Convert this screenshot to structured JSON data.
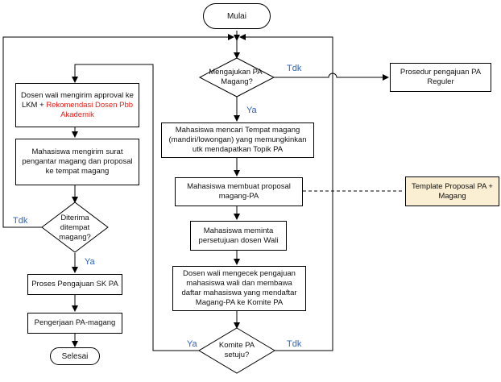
{
  "terminals": {
    "start": "Mulai",
    "end": "Selesai"
  },
  "decisions": {
    "submit_pa_magang": "Mengajukan PA-Magang?",
    "accepted_internship": "Diterima ditempat magang?",
    "committee_agree": "Komite PA setuju?"
  },
  "processes": {
    "advisor_send_approval": "Dosen wali mengirim approval ke LKM + ",
    "advisor_send_approval_highlight": "Rekomendasi Dosen Pbb Akademik",
    "student_send_letter": "Mahasiswa mengirim surat pengantar magang dan proposal ke tempat magang",
    "sk_pa_process": "Proses Pengajuan SK PA",
    "pa_magang_work": "Pengerjaan PA-magang",
    "find_internship": "Mahasiswa mencari Tempat magang (mandiri/lowongan) yang memungkinkan utk mendapatkan Topik PA",
    "make_proposal": "Mahasiswa membuat proposal magang-PA",
    "request_approval": "Mahasiswa meminta persetujuan dosen Wali",
    "advisor_check": "Dosen wali mengecek pengajuan mahasiswa wali dan membawa daftar mahasiswa yang mendaftar Magang-PA ke Komite PA",
    "regular_procedure": "Prosedur pengajuan PA Reguler"
  },
  "notes": {
    "template": "Template Proposal PA + Magang"
  },
  "branch_labels": {
    "no_submit": "Tdk",
    "yes_submit": "Ya",
    "no_accepted": "Tdk",
    "yes_accepted": "Ya",
    "yes_committee": "Ya",
    "no_committee": "Tdk"
  },
  "colors": {
    "line": "#000000",
    "branch_text": "#2e63b8",
    "highlight_text": "#e0201a",
    "note_fill": "#fbefd3"
  }
}
